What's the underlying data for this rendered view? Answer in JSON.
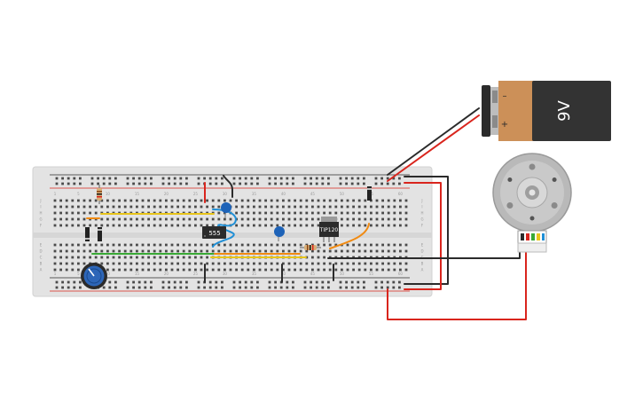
{
  "battery": {
    "label": "9V",
    "minus": "–",
    "plus": "+"
  },
  "ic_555": {
    "label": "555"
  },
  "mosfet": {
    "label": "TIP120"
  },
  "breadboard": {
    "col_labels": [
      "1",
      "5",
      "10",
      "15",
      "20",
      "25",
      "30",
      "35",
      "40",
      "45",
      "50",
      "55",
      "60"
    ],
    "row_labels_top": [
      "J",
      "I",
      "H",
      "G",
      "F"
    ],
    "row_labels_bottom": [
      "E",
      "D",
      "C",
      "B",
      "A"
    ]
  },
  "colors": {
    "board": "#e3e3e3",
    "wire_red": "#d9251d",
    "wire_black": "#2b2b2b",
    "wire_yellow": "#e8c51a",
    "wire_green": "#39a935",
    "wire_orange": "#f08a12",
    "wire_blue": "#1f8fd6",
    "battery_body": "#cc9058",
    "battery_label": "#333333",
    "capacitor": "#1e63b8"
  }
}
